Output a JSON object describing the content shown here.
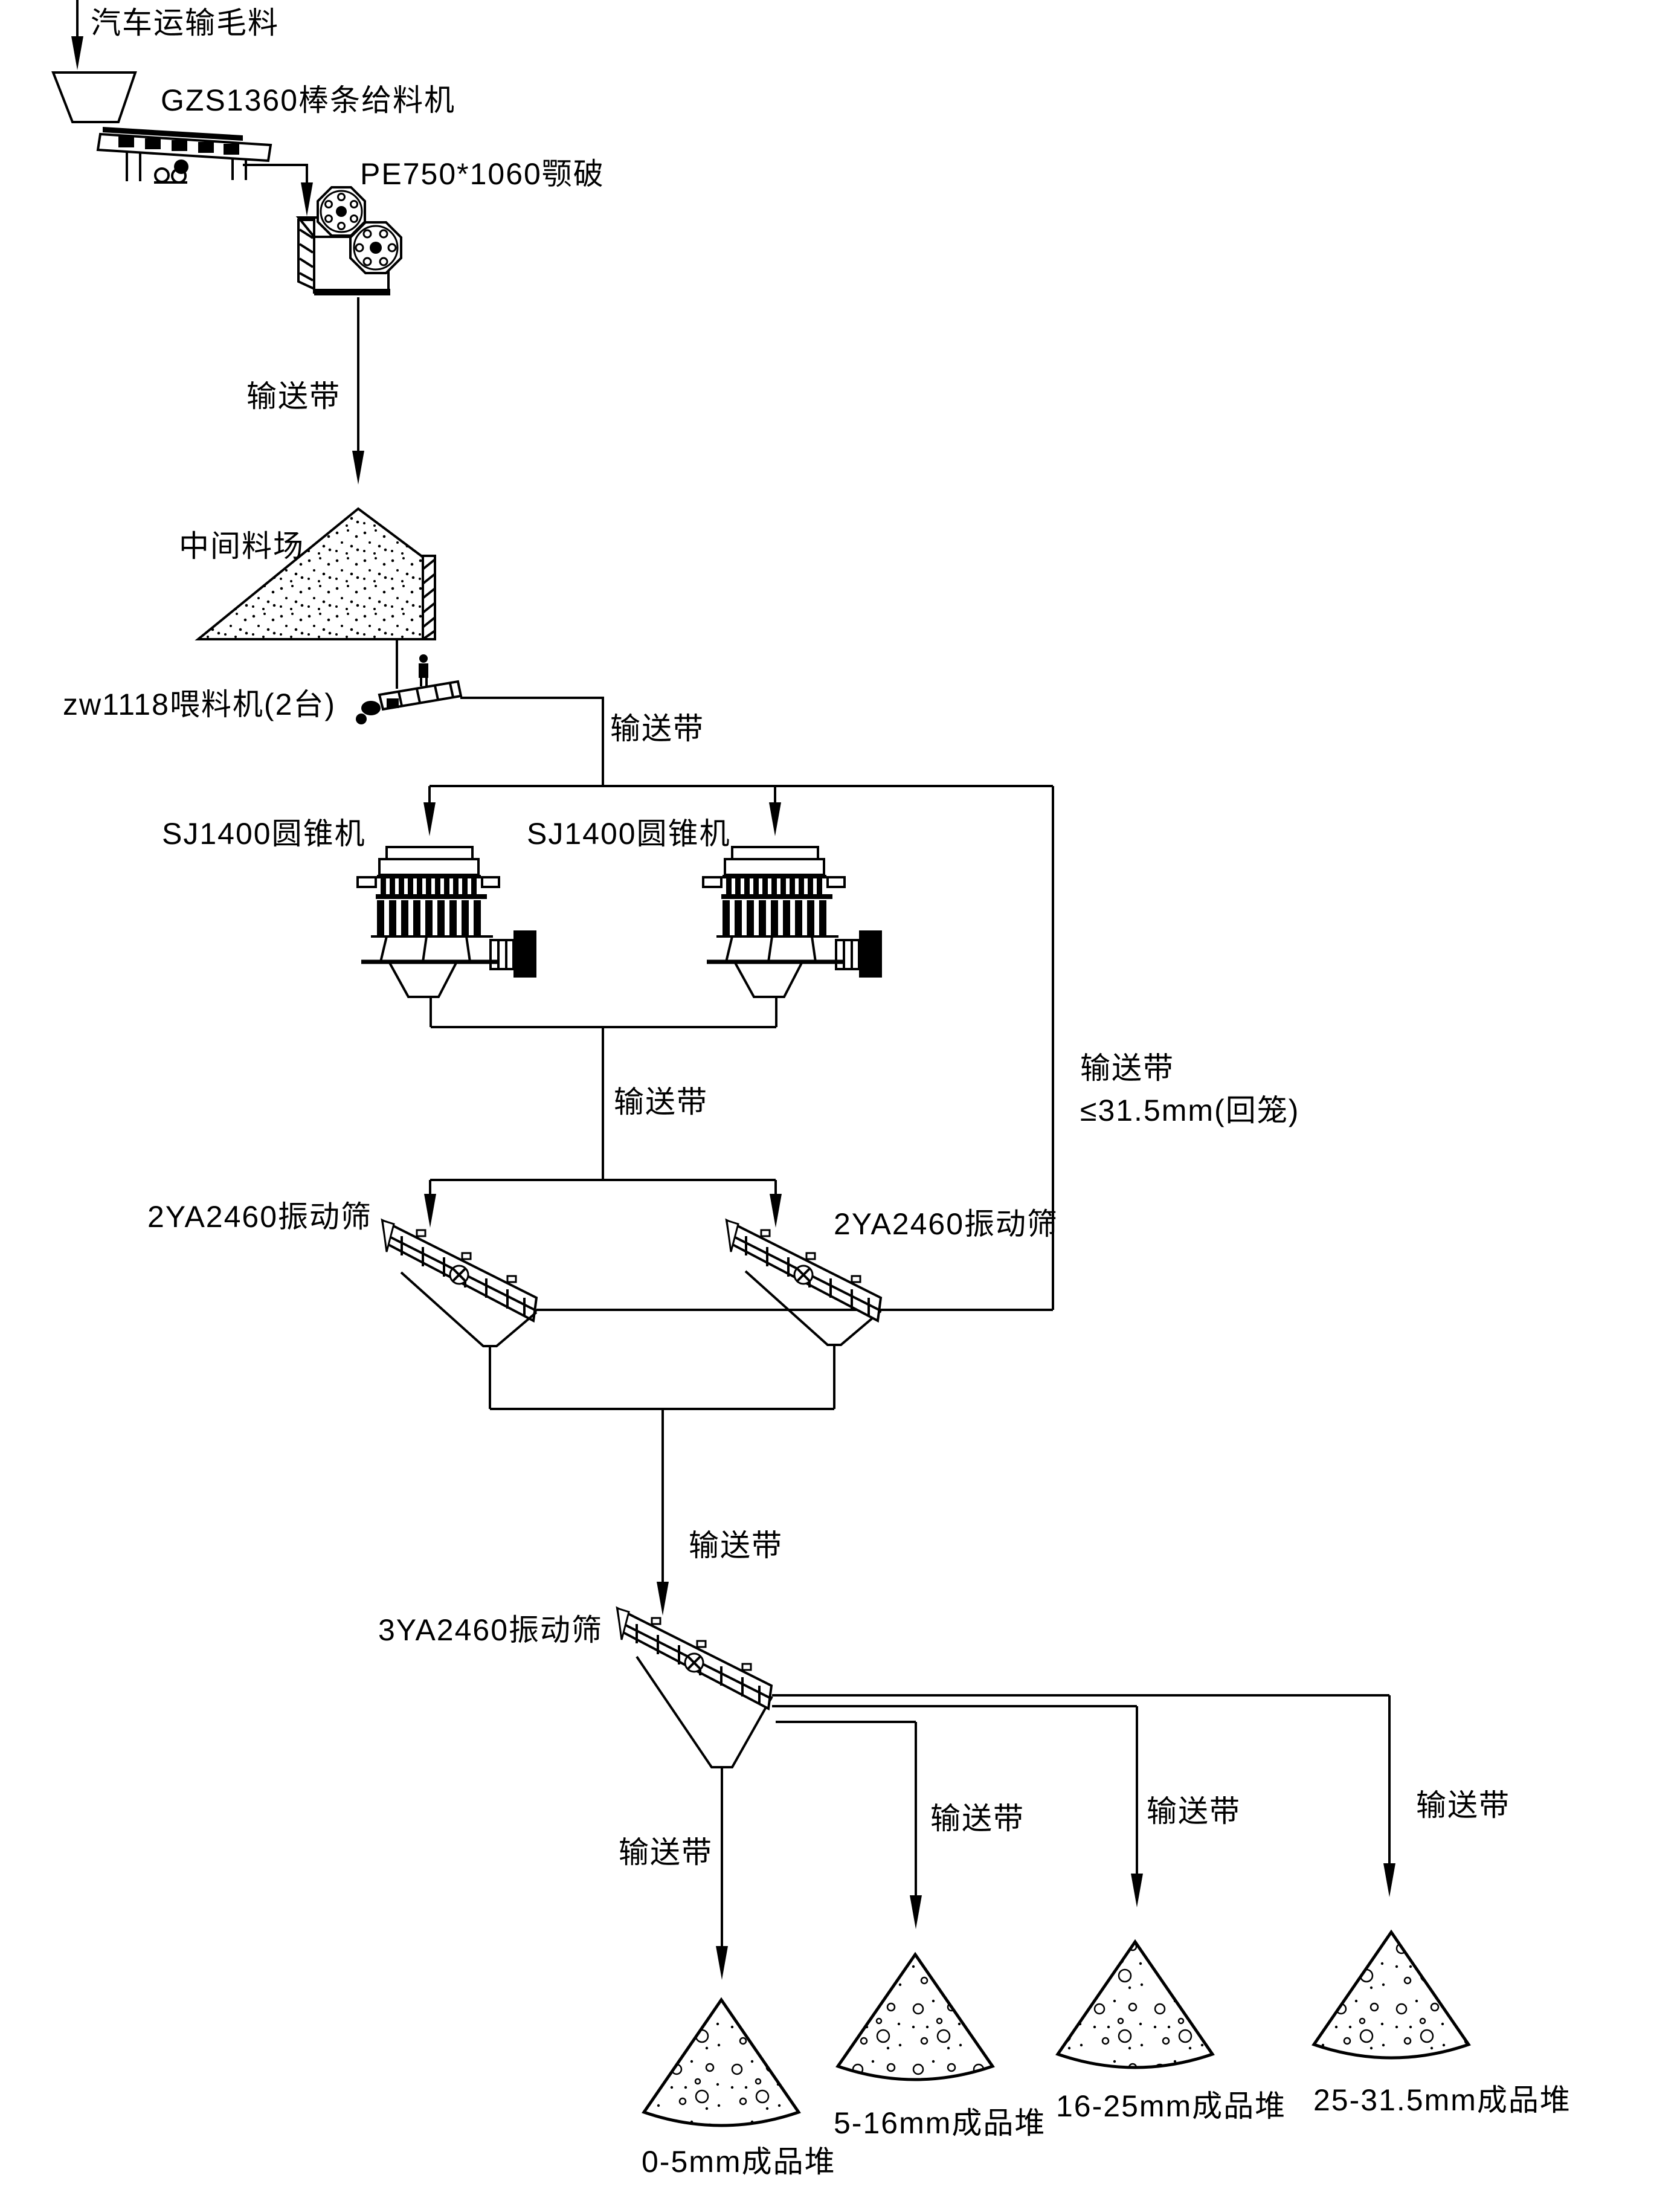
{
  "colors": {
    "stroke": "#000000",
    "background": "#ffffff"
  },
  "labels": {
    "truck_feed": "汽车运输毛料",
    "bar_feeder": "GZS1360棒条给料机",
    "jaw_crusher": "PE750*1060颚破",
    "conveyor_to_stockyard": "输送带",
    "stockyard": "中间料场",
    "zw_feeder": "zw1118喂料机(2台)",
    "conveyor_to_cones": "输送带",
    "cone_crusher_left": "SJ1400圆锥机",
    "cone_crusher_right": "SJ1400圆锥机",
    "conveyor_to_screens": "输送带",
    "return_conveyor": "输送带",
    "return_spec": "≤31.5mm(回笼)",
    "screen_2ya_left": "2YA2460振动筛",
    "screen_2ya_right": "2YA2460振动筛",
    "conveyor_to_3ya": "输送带",
    "screen_3ya": "3YA2460振动筛",
    "conveyor_pile_0_5": "输送带",
    "conveyor_pile_5_16": "输送带",
    "conveyor_pile_16_25": "输送带",
    "conveyor_pile_25_315": "输送带",
    "pile_0_5": "0-5mm成品堆",
    "pile_5_16": "5-16mm成品堆",
    "pile_16_25": "16-25mm成品堆",
    "pile_25_315": "25-31.5mm成品堆"
  }
}
